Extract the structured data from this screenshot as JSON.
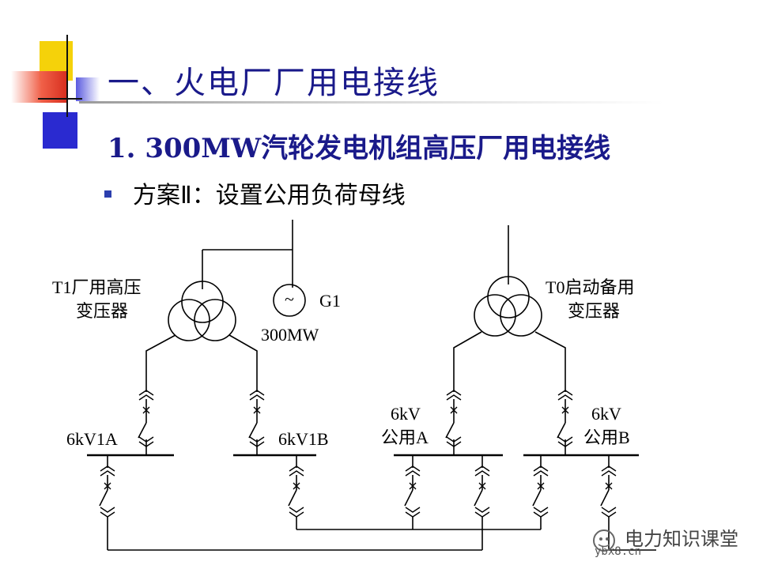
{
  "slide": {
    "title": "一、火电厂厂用电接线",
    "subtitle": "1. 300MW汽轮发电机组高压厂用电接线",
    "bullet_text": "方案Ⅱ：设置公用负荷母线"
  },
  "diagram": {
    "t1_label_line1": "T1厂用高压",
    "t1_label_line2": "变压器",
    "g1_symbol": "~",
    "g1_label": "G1",
    "g1_rating": "300MW",
    "t0_label_line1": "T0启动备用",
    "t0_label_line2": "变压器",
    "bus_6kv1a": "6kV1A",
    "bus_6kv1b": "6kV1B",
    "bus_common_a_line1": "6kV",
    "bus_common_a_line2": "公用A",
    "bus_common_b_line1": "6kV",
    "bus_common_b_line2": "公用B"
  },
  "watermark": {
    "text": "电力知识课堂",
    "url": "ybx8.cn"
  },
  "colors": {
    "title": "#1a1a8a",
    "deco_yellow": "#f5d20a",
    "deco_blue": "#2a2ad0",
    "deco_red": "#e03020"
  }
}
